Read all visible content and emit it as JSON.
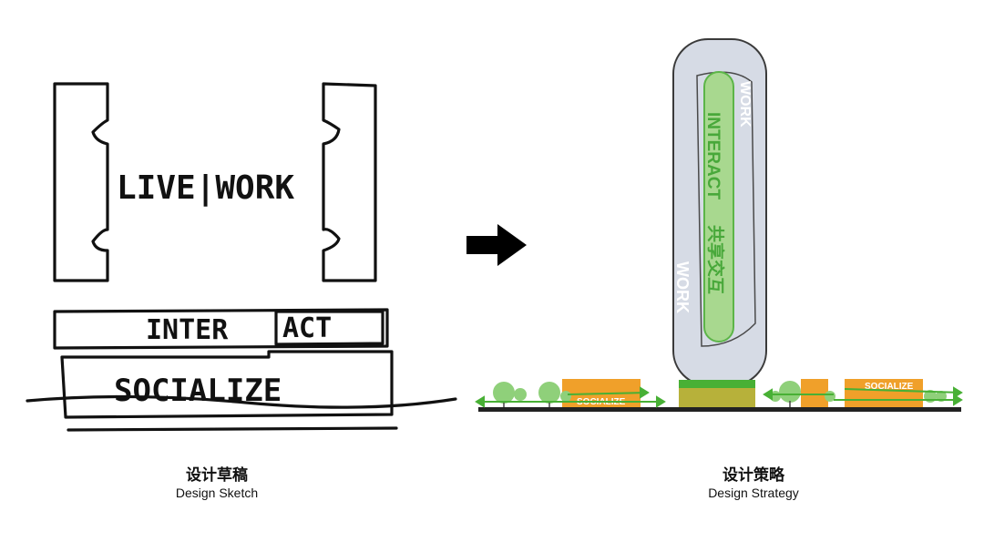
{
  "sketch": {
    "labels": {
      "live_work": "LIVE|WORK",
      "interact_a": "INTER",
      "interact_b": "ACT",
      "socialize": "SOCIALIZE"
    },
    "caption_cn": "设计草稿",
    "caption_en": "Design Sketch"
  },
  "strategy": {
    "labels": {
      "work_top": "WORK",
      "work_bottom": "WORK",
      "interact": "INTERACT",
      "interact_cn": "共享交互",
      "socialize_left": "SOCIALIZE",
      "socialize_right": "SOCIALIZE"
    },
    "caption_cn": "设计策略",
    "caption_en": "Design Strategy"
  },
  "colors": {
    "tower": "#d6dbe5",
    "tower_stroke": "#3a3a3a",
    "green": "#5cb548",
    "green_light": "#a8d88f",
    "orange": "#f0a02a",
    "olive": "#b7b13a",
    "ground": "#222222",
    "work_text": "#ffffff"
  }
}
